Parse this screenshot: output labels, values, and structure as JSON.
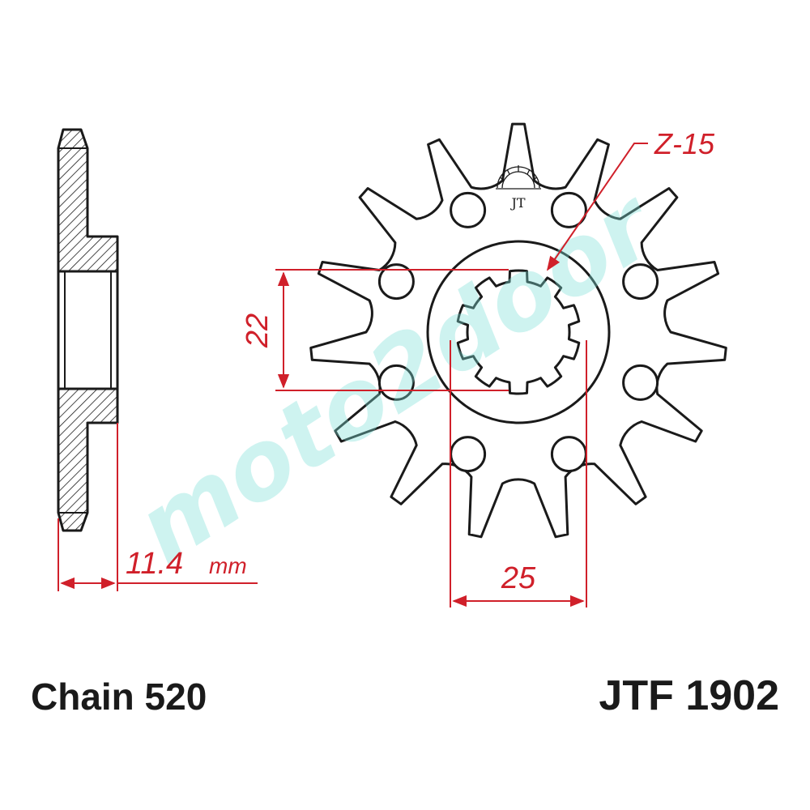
{
  "labels": {
    "teeth": "Z-15",
    "spline_dim": "22",
    "hole_dim": "25",
    "thickness": "11.4",
    "thickness_unit": "mm"
  },
  "footer": {
    "chain": "Chain 520",
    "part_number": "JTF 1902"
  },
  "watermark": "moto2door",
  "logo_text": "JT",
  "sprocket": {
    "teeth": 15,
    "bolt_holes": 8,
    "splines": 10
  },
  "colors": {
    "outline": "#1a1a1a",
    "dimension": "#d0202a",
    "fill": "#ffffff",
    "hatch": "#1a1a1a",
    "watermark": "#7fe0d8"
  }
}
